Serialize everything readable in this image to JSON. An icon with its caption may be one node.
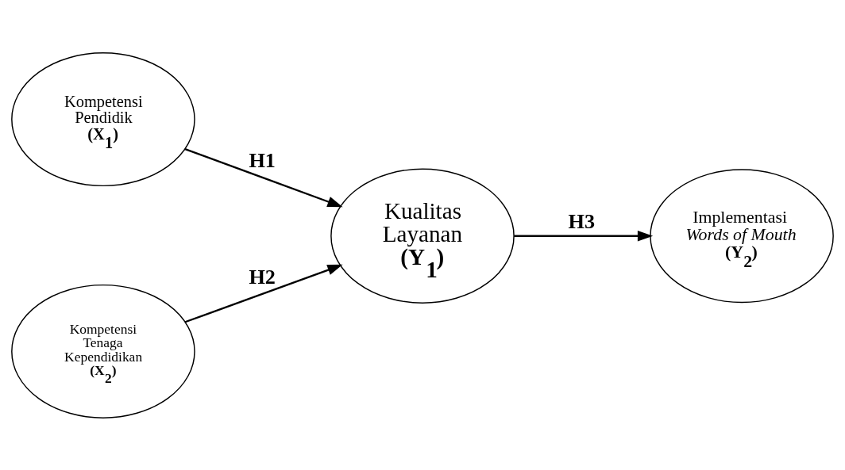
{
  "diagram": {
    "nodes": [
      {
        "text": [
          "Kompetensi Pendidik",
          "(X$_{1}$)"
        ]
      },
      {
        "text": [
          "Kompetensi Tenaga Kependidikan",
          "(X$_{2}$)"
        ]
      },
      {
        "text": [
          "Kualitas Layanan",
          "(Y$_{1}$)"
        ]
      },
      {
        "text": [
          "Implementasi *Words of Mouth*",
          "(Y$_{2}$)"
        ]
      }
    ],
    "edges": [
      {
        "from": 0,
        "to": 2,
        "arrow": "to",
        "label": "H1"
      },
      {
        "from": 1,
        "to": 2,
        "arrow": "to",
        "label": "H2"
      },
      {
        "from": 2,
        "to": 3,
        "arrow": "to",
        "label": "H3"
      }
    ]
  }
}
